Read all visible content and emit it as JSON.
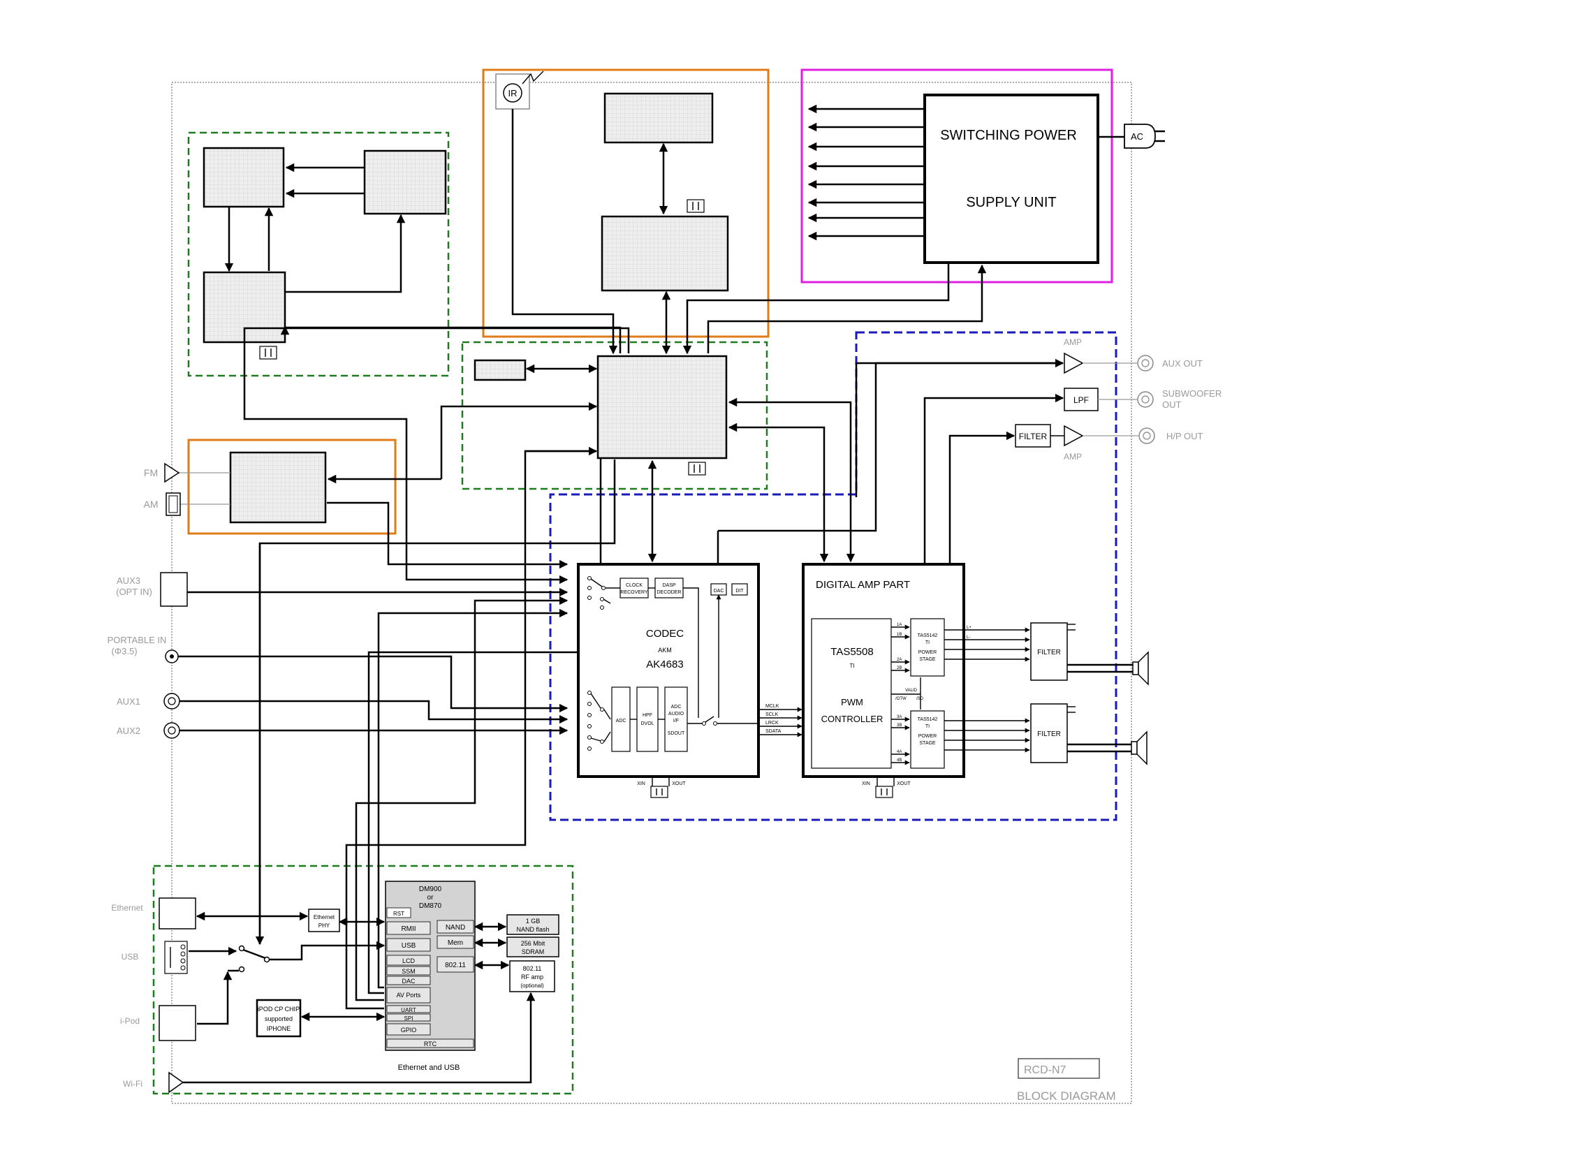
{
  "power": {
    "line1": "SWITCHING POWER",
    "line2": "SUPPLY UNIT",
    "ac": "AC"
  },
  "remote": {
    "ir": "IR"
  },
  "tuner": {
    "fm": "FM",
    "am": "AM"
  },
  "inputs": {
    "aux3_line1": "AUX3",
    "aux3_line2": "(OPT IN)",
    "portable_line1": "PORTABLE IN",
    "portable_line2": "(Φ3.5)",
    "aux1": "AUX1",
    "aux2": "AUX2"
  },
  "outputs": {
    "amp_top": "AMP",
    "aux_out": "AUX OUT",
    "lpf": "LPF",
    "sub_line1": "SUBWOOFER",
    "sub_line2": "OUT",
    "filter": "FILTER",
    "hp_out": "H/P OUT",
    "amp_bottom": "AMP"
  },
  "codec": {
    "clock_line1": "CLOCK",
    "clock_line2": "RECOVERY",
    "dasp_line1": "DASP",
    "dasp_line2": "DECODER",
    "dac": "DAC",
    "dit": "DIT",
    "title": "CODEC",
    "maker": "AKM",
    "part": "AK4683",
    "adc": "ADC",
    "hpf_line1": "HPF",
    "hpf_line2": "DVOL",
    "adcif_line1": "ADC",
    "adcif_line2": "AUDIO",
    "adcif_line3": "I/F",
    "adcif_line4": "SDOUT",
    "xin": "XIN",
    "xout": "XOUT"
  },
  "bus": {
    "mclk": "MCLK",
    "sclk": "SCLK",
    "lrck": "LRCK",
    "sdata": "SDATA"
  },
  "amp": {
    "title": "DIGITAL AMP PART",
    "tas5508": "TAS5508",
    "ti": "TI",
    "pwm_line1": "PWM",
    "pwm_line2": "CONTROLLER",
    "stage_part": "TAS5142",
    "stage_ti": "TI",
    "stage_line1": "POWER",
    "stage_line2": "STAGE",
    "filter": "FILTER",
    "ch1a": "1A",
    "ch1b": "1B",
    "ch2a": "2A",
    "ch2b": "2B",
    "ch3a": "3A",
    "ch3b": "3B",
    "ch4a": "4A",
    "ch4b": "4B",
    "valid": "VALID",
    "pdtw": "/OTW",
    "psd": "/SD",
    "sp_plus": "L+",
    "sp_minus": "L-",
    "xin": "XIN",
    "xout": "XOUT"
  },
  "network": {
    "ethernet": "Ethernet",
    "usb": "USB",
    "ipod": "i-Pod",
    "wifi": "Wi-Fi",
    "phy_line1": "Ethernet",
    "phy_line2": "PHY",
    "soc_line1": "DM900",
    "soc_line2": "or",
    "soc_line3": "DM870",
    "pins": [
      "RST",
      "RMII",
      "USB",
      "LCD",
      "SSM",
      "DAC",
      "AV Ports",
      "UART",
      "SPI",
      "GPIO",
      "RTC"
    ],
    "nand": "NAND",
    "mem": "Mem",
    "wlan": "802.11",
    "flash_line1": "1 GB",
    "flash_line2": "NAND flash",
    "sdram_line1": "256 Mbit",
    "sdram_line2": "SDRAM",
    "rf_line1": "802.11",
    "rf_line2": "RF amp",
    "rf_line3": "(optional)",
    "ipodcp_line1": "iPOD CP CHIP",
    "ipodcp_line2": "supported",
    "ipodcp_line3": "IPHONE",
    "caption": "Ethernet and USB"
  },
  "titleblock": {
    "model": "RCD-N7",
    "label": "BLOCK DIAGRAM"
  },
  "colors": {
    "green": "#1e7a1e",
    "orange": "#e07b18",
    "magenta": "#e020e0",
    "blue": "#1a1ab8"
  }
}
